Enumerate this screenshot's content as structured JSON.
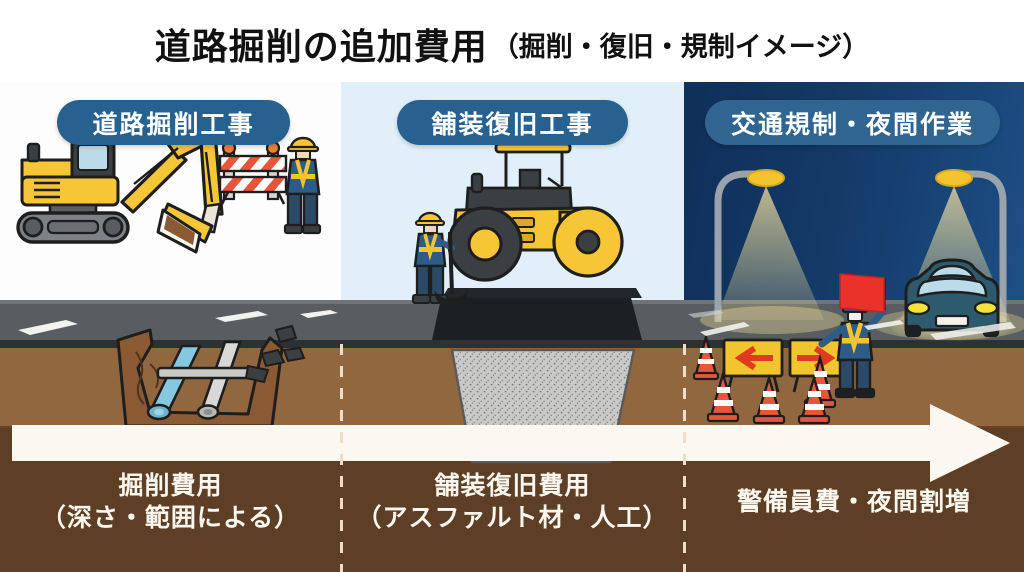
{
  "title": {
    "main": "道路掘削の追加費用",
    "sub": "（掘削・復旧・規制イメージ）"
  },
  "panels": [
    {
      "badge": "道路掘削工事",
      "caption_line1": "掘削費用",
      "caption_line2": "（深さ・範囲による）",
      "scene": "excavator digging trench exposing buried pipes, barricade and worker",
      "background": "#fdfdfd"
    },
    {
      "badge": "舗装復旧工事",
      "caption_line1": "舗装復旧費用",
      "caption_line2": "（アスファルト材・人工）",
      "scene": "road roller compacting fresh asphalt patch over gravel backfill, worker with rake",
      "background": "#e1f0f8"
    },
    {
      "badge": "交通規制・夜間作業",
      "caption_line1": "警備員費・夜間割増",
      "caption_line2": "",
      "scene": "night traffic control with arrow signs, cones, flagman and oncoming car under street lamps",
      "background": "#0f2f58"
    }
  ],
  "icons": {
    "excavator": "excavator-icon",
    "barricade": "barricade-icon",
    "worker": "worker-icon",
    "pipe_blue": "water-pipe-icon",
    "pipe_gray": "gas-pipe-icon",
    "roller": "road-roller-icon",
    "rake": "rake-icon",
    "arrow_sign_left": "arrow-sign-left-icon",
    "arrow_sign_right": "arrow-sign-right-icon",
    "cone": "traffic-cone-icon",
    "flagman": "flagman-icon",
    "red_flag": "red-flag-icon",
    "car": "car-icon",
    "street_lamp": "street-lamp-icon",
    "progress_arrow": "right-arrow-icon"
  },
  "colors": {
    "badge_blue": "#27618f",
    "machine_yellow": "#f6c636",
    "road_gray": "#575d60",
    "soil_upper": "#91673f",
    "soil_lower": "#5c3f25",
    "night_navy": "#0f2f58",
    "flag_red": "#e8322a",
    "cone_orange": "#e8553a",
    "pipe_blue": "#86c8de",
    "asphalt_black": "#1d2022",
    "arrow_band": "#fbf8f1",
    "caption_text": "#fbf6ee",
    "title_text": "#111111"
  }
}
